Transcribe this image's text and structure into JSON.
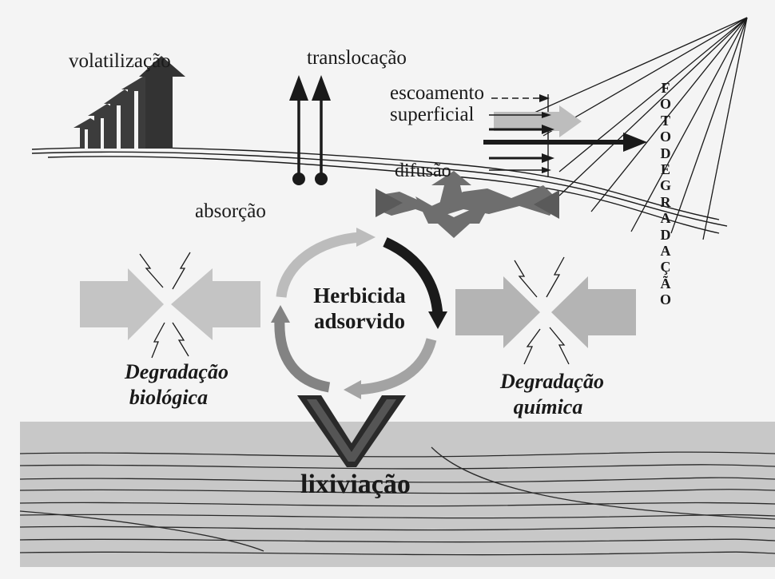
{
  "labels": {
    "volatilization": "volatilização",
    "translocation": "translocação",
    "runoff_line1": "escoamento",
    "runoff_line2": "superficial",
    "diffusion": "difusão",
    "absorption": "absorção",
    "center_line1": "Herbicida",
    "center_line2": "adsorvido",
    "bio_line1": "Degradação",
    "bio_line2": "biológica",
    "chem_line1": "Degradação",
    "chem_line2": "química",
    "leaching": "lixiviação"
  },
  "photodegradation_letters": [
    "F",
    "O",
    "T",
    "O",
    "D",
    "E",
    "G",
    "R",
    "A",
    "D",
    "A",
    "Ç",
    "Ã",
    "O"
  ],
  "colors": {
    "background": "#f4f4f4",
    "soil": "#c8c8c8",
    "dark": "#1a1a1a",
    "medium_gray": "#8a8a8a",
    "light_gray": "#c4c4c4"
  }
}
